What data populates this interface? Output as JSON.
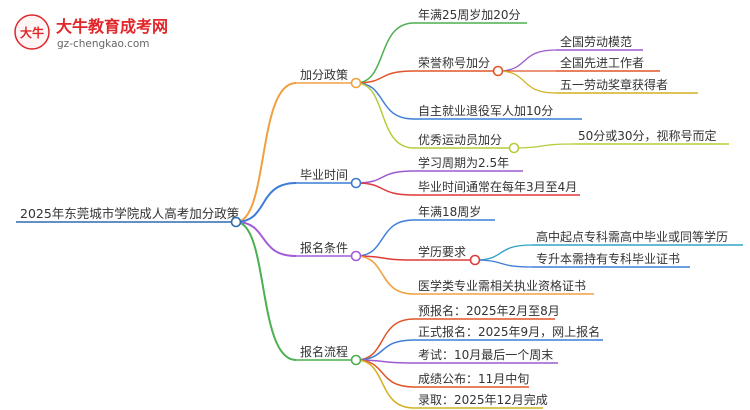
{
  "logo": {
    "brand": "大牛教育成考网",
    "domain": "gz-chengkao.com",
    "mark_text": "大牛"
  },
  "root": {
    "label": "2025年东莞城市学院成人高考加分政策",
    "color": "#2b6cb0"
  },
  "branches": [
    {
      "label": "加分政策",
      "color": "#f0a040",
      "children": [
        {
          "label": "年满25周岁加20分",
          "color": "#4caf50"
        },
        {
          "label": "荣誉称号加分",
          "color": "#e0562a",
          "children": [
            {
              "label": "全国劳动模范",
              "color": "#9c5bd0"
            },
            {
              "label": "全国先进工作者",
              "color": "#e0562a"
            },
            {
              "label": "五一劳动奖章获得者",
              "color": "#d4b020"
            }
          ]
        },
        {
          "label": "自主就业退役军人加10分",
          "color": "#3f7fd9"
        },
        {
          "label": "优秀运动员加分",
          "color": "#b5cc3a",
          "children": [
            {
              "label": "50分或30分，视称号而定",
              "color": "#b5cc3a"
            }
          ]
        }
      ]
    },
    {
      "label": "毕业时间",
      "color": "#3a7bd5",
      "children": [
        {
          "label": "学习周期为2.5年",
          "color": "#9c5bd0"
        },
        {
          "label": "毕业时间通常在每年3月至4月",
          "color": "#e03a3a"
        }
      ]
    },
    {
      "label": "报名条件",
      "color": "#a35bd8",
      "children": [
        {
          "label": "年满18周岁",
          "color": "#3f7fd9"
        },
        {
          "label": "学历要求",
          "color": "#e03a3a",
          "children": [
            {
              "label": "高中起点专科需高中毕业或同等学历",
              "color": "#2fa3c6"
            },
            {
              "label": "专升本需持有专科毕业证书",
              "color": "#3f7fd9"
            }
          ]
        },
        {
          "label": "医学类专业需相关执业资格证书",
          "color": "#f0a040"
        }
      ]
    },
    {
      "label": "报名流程",
      "color": "#4caf50",
      "children": [
        {
          "label": "预报名：2025年2月至8月",
          "color": "#e0562a"
        },
        {
          "label": "正式报名：2025年9月，网上报名",
          "color": "#3f7fd9"
        },
        {
          "label": "考试：10月最后一个周末",
          "color": "#9c5bd0"
        },
        {
          "label": "成绩公布：11月中旬",
          "color": "#e0562a"
        },
        {
          "label": "录取：2025年12月完成",
          "color": "#d4b020"
        }
      ]
    }
  ]
}
